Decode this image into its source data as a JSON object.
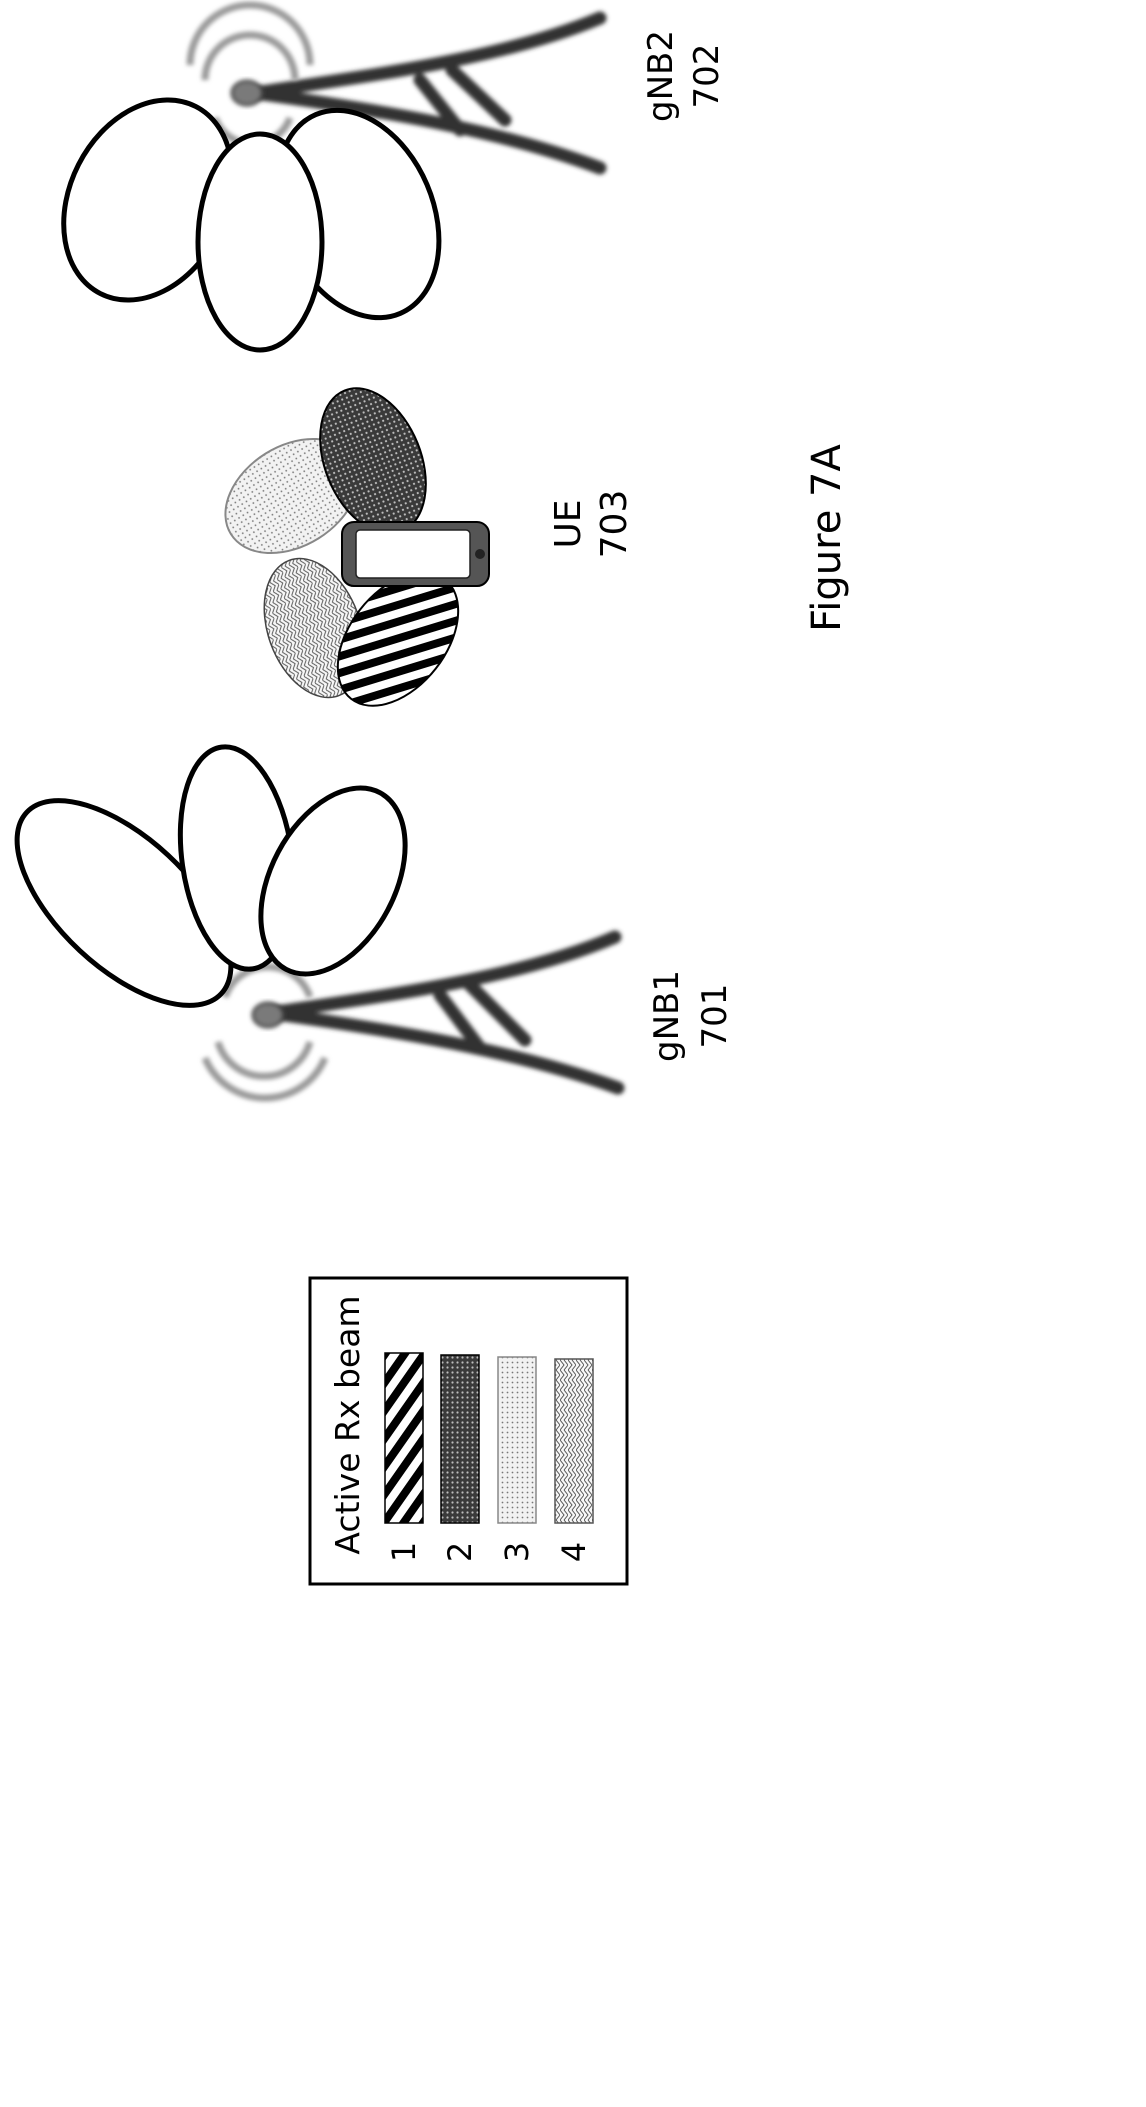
{
  "figure": {
    "caption": "Figure 7A"
  },
  "nodes": {
    "gnb1": {
      "name": "gNB1",
      "ref": "701"
    },
    "gnb2": {
      "name": "gNB2",
      "ref": "702"
    },
    "ue": {
      "name": "UE",
      "ref": "703"
    }
  },
  "legend": {
    "title": "Active Rx beam",
    "items": [
      {
        "label": "1",
        "pattern": "diagonal-stripes"
      },
      {
        "label": "2",
        "pattern": "dense-dots"
      },
      {
        "label": "3",
        "pattern": "light-dots"
      },
      {
        "label": "4",
        "pattern": "wavy"
      }
    ]
  },
  "colors": {
    "outline": "#000000",
    "tower": "#333333",
    "signal_waves": "#9a9a9a"
  }
}
